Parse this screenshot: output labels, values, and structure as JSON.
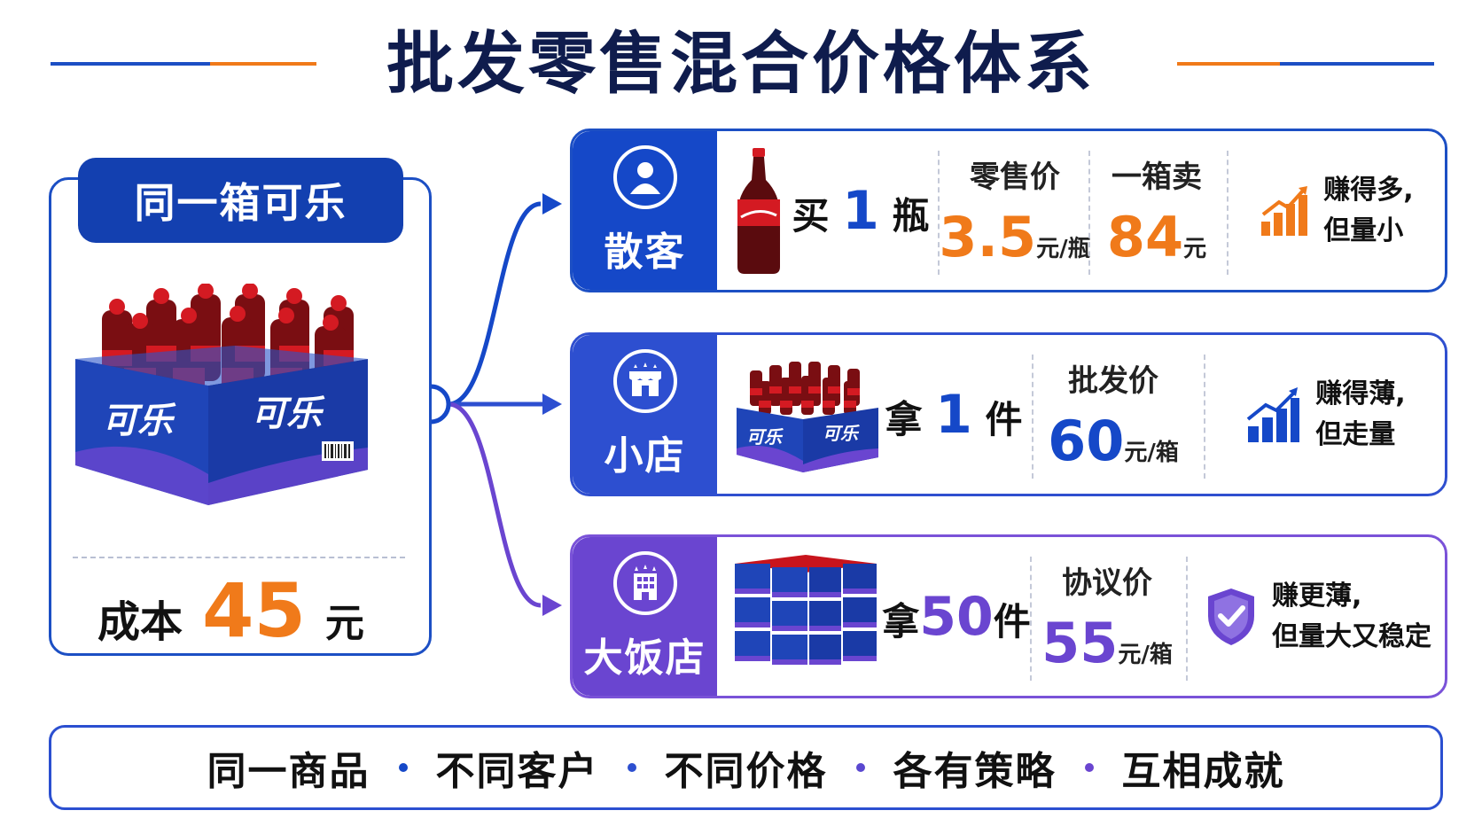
{
  "title": "批发零售混合价格体系",
  "source": {
    "tag": "同一箱可乐",
    "brand_text": "可乐",
    "cost_label": "成本",
    "cost_value": "45",
    "cost_unit": "元"
  },
  "rows": [
    {
      "label": "散客",
      "icon": "person-icon",
      "buy_prefix": "买",
      "buy_num": "1",
      "buy_suffix": "瓶",
      "product_icon": "bottle-icon",
      "price1_label": "零售价",
      "price1_value": "3.5",
      "price1_unit": "元/瓶",
      "price2_label": "一箱卖",
      "price2_value": "84",
      "price2_unit": "元",
      "note_line1": "赚得多,",
      "note_line2": "但量小",
      "note_icon": "trend-up-icon"
    },
    {
      "label": "小店",
      "icon": "store-icon",
      "buy_prefix": "拿",
      "buy_num": "1",
      "buy_suffix": "件",
      "product_icon": "case-icon",
      "price1_label": "批发价",
      "price1_value": "60",
      "price1_unit": "元/箱",
      "note_line1": "赚得薄,",
      "note_line2": "但走量",
      "note_icon": "trend-up-icon"
    },
    {
      "label": "大饭店",
      "icon": "hotel-icon",
      "buy_prefix": "拿",
      "buy_num": "50",
      "buy_suffix": "件",
      "product_icon": "stacked-cases-icon",
      "price1_label": "协议价",
      "price1_value": "55",
      "price1_unit": "元/箱",
      "note_line1": "赚更薄,",
      "note_line2": "但量大又稳定",
      "note_icon": "shield-check-icon"
    }
  ],
  "banner": [
    "同一商品",
    "不同客户",
    "不同价格",
    "各有策略",
    "互相成就"
  ],
  "colors": {
    "navy": "#0f1c4d",
    "blue": "#1548c8",
    "indigo": "#2d4fd0",
    "purple": "#6a45d0",
    "orange": "#f07a1a",
    "cola_red": "#c8141c"
  }
}
